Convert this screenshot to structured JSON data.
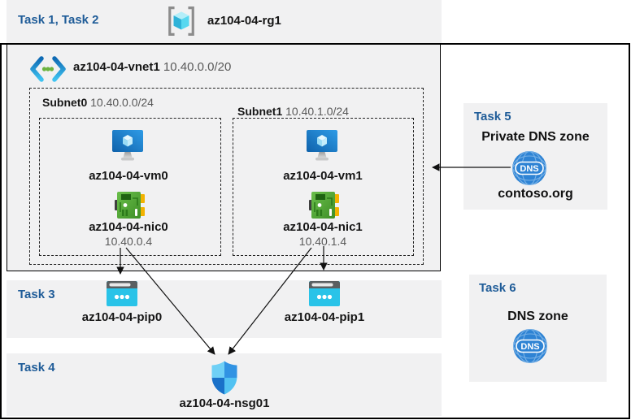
{
  "colors": {
    "panel_bg": "#f1f1f2",
    "task_label_blue": "#1f5c98",
    "text": "#161616",
    "muted_text": "#595959",
    "frame_border": "#000000",
    "dns_blue": "#2e83d4",
    "pip_cyan": "#29c3e8",
    "vm_blue": "#1878c8",
    "nic_green": "#57a63c",
    "nsg_blues": [
      "#6fd0f6",
      "#3193e3",
      "#1a71c9",
      "#52c2f2"
    ]
  },
  "header": {
    "tasks": "Task 1, Task 2",
    "resource_group": "az104-04-rg1"
  },
  "vnet": {
    "name": "az104-04-vnet1",
    "cidr": "10.40.0.0/20",
    "subnets": [
      {
        "name": "Subnet0",
        "cidr": "10.40.0.0/24",
        "vm": "az104-04-vm0",
        "nic": "az104-04-nic0",
        "nic_ip": "10.40.0.4"
      },
      {
        "name": "Subnet1",
        "cidr": "10.40.1.0/24",
        "vm": "az104-04-vm1",
        "nic": "az104-04-nic1",
        "nic_ip": "10.40.1.4"
      }
    ]
  },
  "task3": {
    "label": "Task 3",
    "pip0": "az104-04-pip0",
    "pip1": "az104-04-pip1"
  },
  "task4": {
    "label": "Task 4",
    "nsg": "az104-04-nsg01"
  },
  "task5": {
    "label": "Task 5",
    "title": "Private DNS zone",
    "zone": "contoso.org"
  },
  "task6": {
    "label": "Task 6",
    "title": "DNS zone"
  },
  "icons": {
    "resource_group": "resource-group-icon",
    "virtual_network": "vnet-icon",
    "virtual_machine": "vm-icon",
    "network_interface": "nic-icon",
    "public_ip": "public-ip-icon",
    "nsg_shield": "nsg-shield-icon",
    "dns_globe": "dns-globe-icon",
    "dns_label": "DNS"
  }
}
